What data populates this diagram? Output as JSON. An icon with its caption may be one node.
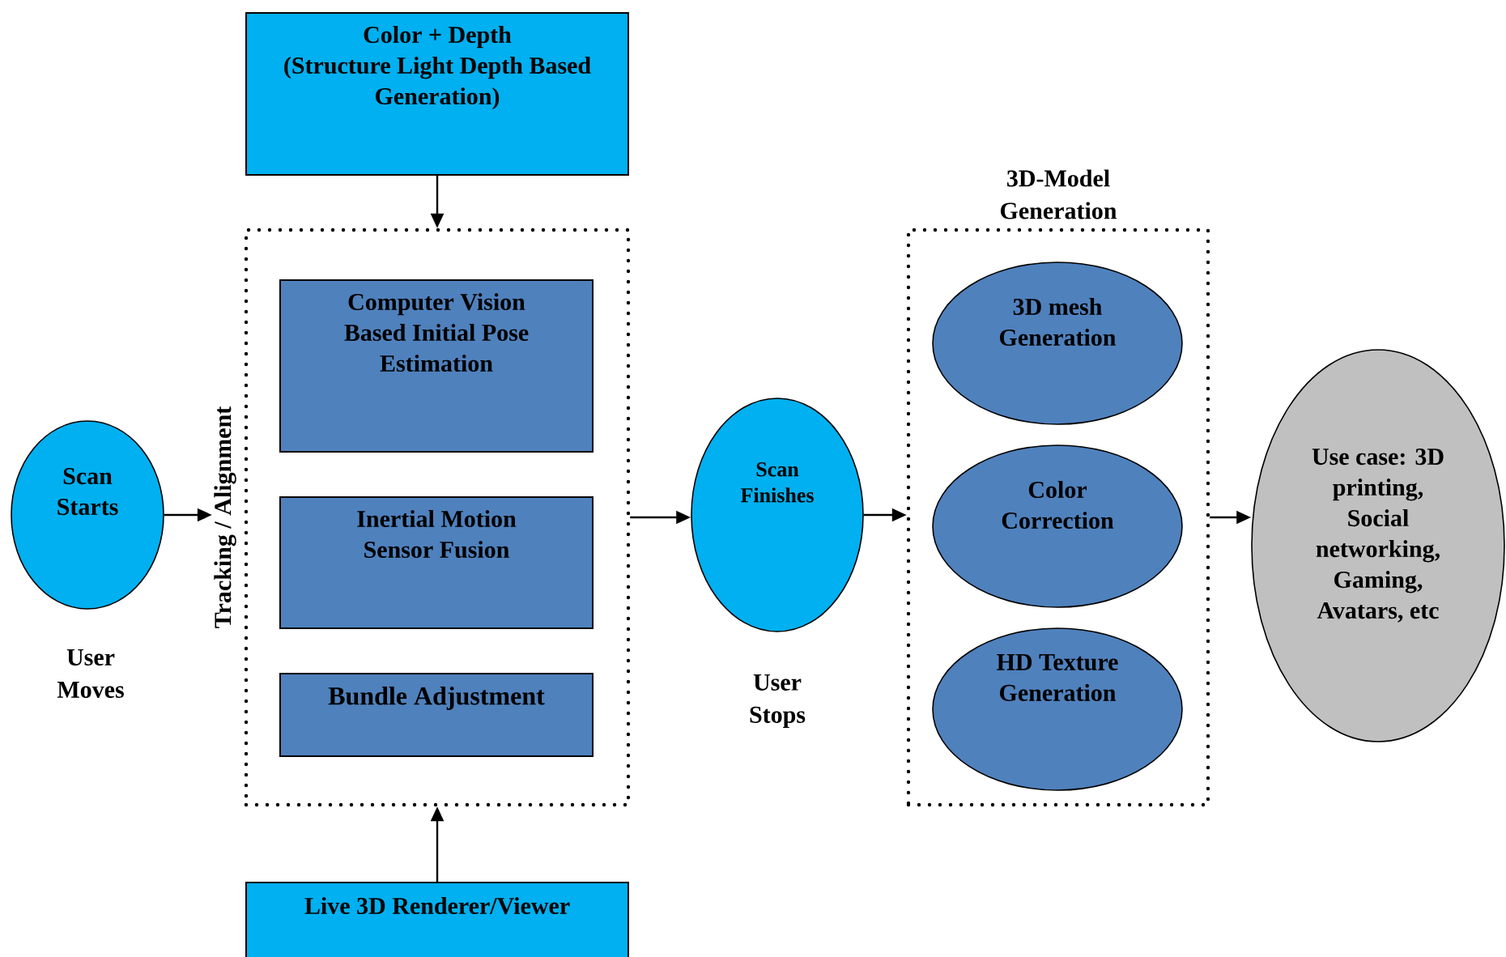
{
  "diagram": {
    "nodes": [
      {
        "text": [
          "Color + Depth",
          "(Structure Light Depth Based Generation)"
        ]
      },
      {
        "text": [
          "Scan Starts"
        ],
        "beside": [
          "User Moves"
        ]
      },
      {
        "text": [
          "Tracking / Alignment"
        ]
      },
      {
        "text": [
          "Computer Vision Based Initial Pose Estimation"
        ],
        "in": 2
      },
      {
        "text": [
          "Inertial Motion Sensor Fusion"
        ],
        "in": 2
      },
      {
        "text": [
          "Bundle Adjustment"
        ],
        "in": 2
      },
      {
        "text": [
          "Live 3D Renderer/Viewer"
        ]
      },
      {
        "text": [
          "Scan Finishes"
        ],
        "beside": [
          "User Stops"
        ]
      },
      {
        "text": [
          "3D-Model Generation"
        ]
      },
      {
        "text": [
          "3D mesh Generation"
        ],
        "in": 8
      },
      {
        "text": [
          "Color Correction"
        ],
        "in": 8
      },
      {
        "text": [
          "HD Texture Generation"
        ],
        "in": 8
      },
      {
        "text": [
          "Use case: 3D printing, Social networking, Gaming, Avatars, etc"
        ]
      }
    ],
    "edges": [
      {
        "from": 0,
        "to": 2,
        "arrow": "to"
      },
      {
        "from": 1,
        "to": 2,
        "arrow": "to"
      },
      {
        "from": 6,
        "to": 2,
        "arrow": "to"
      },
      {
        "from": 2,
        "to": 7,
        "arrow": "to"
      },
      {
        "from": 7,
        "to": 8,
        "arrow": "to"
      },
      {
        "from": 8,
        "to": 12,
        "arrow": "to"
      }
    ]
  }
}
